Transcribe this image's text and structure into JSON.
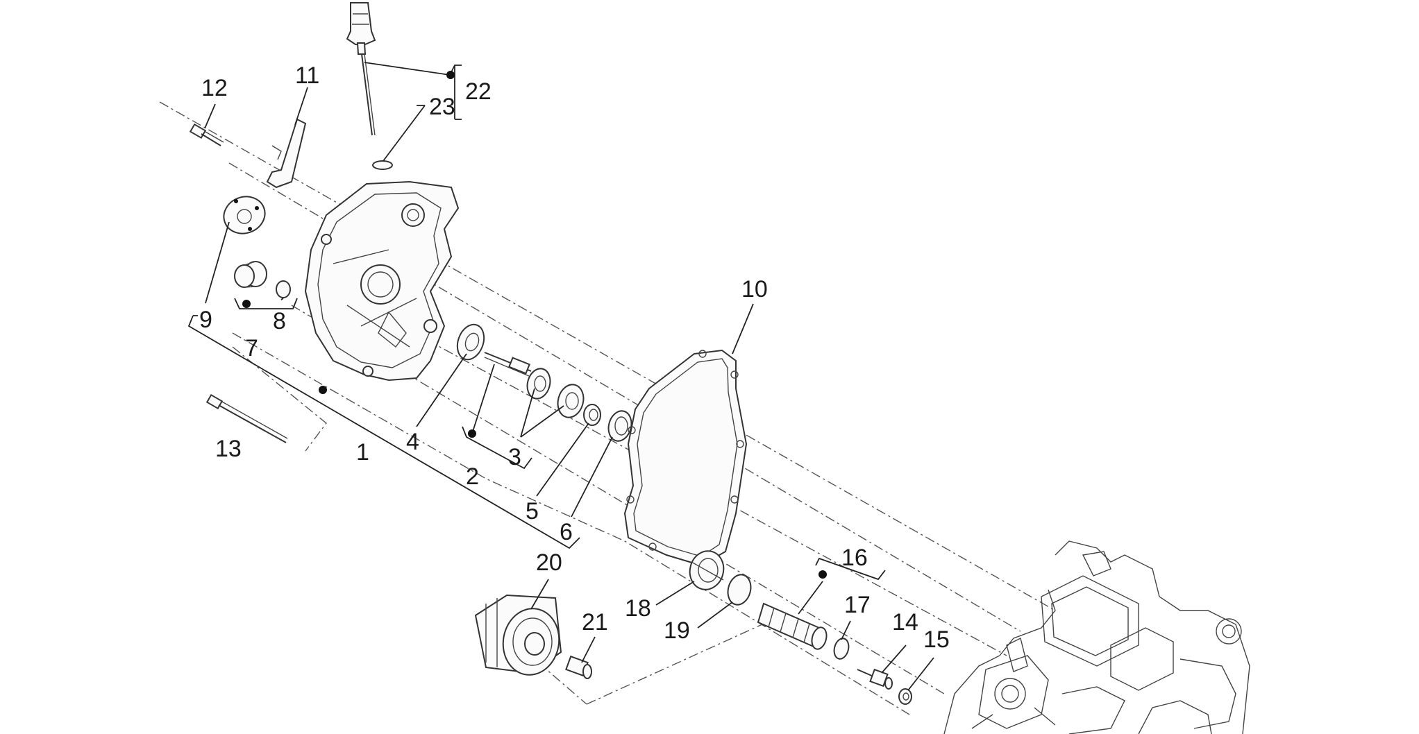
{
  "diagram": {
    "type": "exploded parts diagram",
    "callouts": {
      "c1": "1",
      "c2": "2",
      "c3": "3",
      "c4": "4",
      "c5": "5",
      "c6": "6",
      "c7": "7",
      "c8": "8",
      "c9": "9",
      "c10": "10",
      "c11": "11",
      "c12": "12",
      "c13": "13",
      "c14": "14",
      "c15": "15",
      "c16": "16",
      "c17": "17",
      "c18": "18",
      "c19": "19",
      "c20": "20",
      "c21": "21",
      "c22": "22",
      "c23": "23"
    }
  }
}
